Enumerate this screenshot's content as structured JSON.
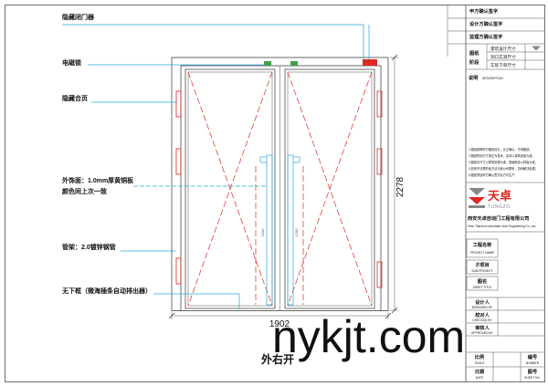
{
  "drawing": {
    "annotations": {
      "closer": "隐藏闭门器",
      "lock": "电磁锁",
      "hinge": "隐藏合页",
      "finish_line1": "外饰面：1.0mm厚黄铜板",
      "finish_line2": "颜色同上次一致",
      "frame": "管架：2.0镀锌钢管",
      "bottom": "无下框（微海插条自动排出器）"
    },
    "dimensions": {
      "width": "1902",
      "height": "2278",
      "handle_left": "1200",
      "handle_right": "1200"
    },
    "caption": "外右开"
  },
  "watermark": "nykjt.com",
  "title_block": {
    "signatures": [
      "甲方确认签字",
      "设计方确认签字",
      "监理方确认签字"
    ],
    "stage_label_1": "图纸",
    "stage_label_2": "阶段",
    "stages": [
      "建筑设计尺寸",
      "洞口实测尺寸",
      "实际下单尺寸"
    ],
    "description_label": "说明",
    "description_en": "DESCRIPTION",
    "notes": [
      "1.图纸按照甲方图纸设计，业主确认，不得缩放。",
      "2.图纸所标尺寸单位为毫米，实际以现场测量为准。",
      "3.图纸中尺寸以现场复核为准，表面颜色以样板为准。",
      "4.如有不清楚的地方请与我公司联系，协商解决处理。",
      "5.图纸须经甲方确认签字后方可生产。"
    ],
    "logo_cn": "天卓",
    "logo_en": "TUNGZO",
    "company_cn": "西安天卓自动门工程有限公司",
    "company_en": "Xi'an Tianzhuo automatic door Engineering Co.,Ltd.",
    "project_name": {
      "cn": "工程名称",
      "en": "PROJECT NAME"
    },
    "sub_project": {
      "cn": "子项目",
      "en": "SUB-PROJECT"
    },
    "sheet_title": {
      "cn": "图名",
      "en": "SHEET TITLE"
    },
    "designed_by": {
      "cn": "设计人",
      "en": "DESIGNED BY"
    },
    "checked_by": {
      "cn": "校对人",
      "en": "CHECKED BY"
    },
    "approved_by": {
      "cn": "审核人",
      "en": "APPROVED BY"
    },
    "scale": {
      "cn": "比例",
      "en": "SCALE"
    },
    "number": {
      "cn": "编号",
      "en": "NUMBER"
    },
    "date": {
      "cn": "日期",
      "en": "DATE"
    },
    "sheet_no": {
      "cn": "图号",
      "en": "SHEET NO."
    }
  },
  "colors": {
    "hardware_red": "#e0281e",
    "leader_cyan": "#27a9d3",
    "marker_green": "#43a047",
    "logo_grey": "#888888"
  }
}
